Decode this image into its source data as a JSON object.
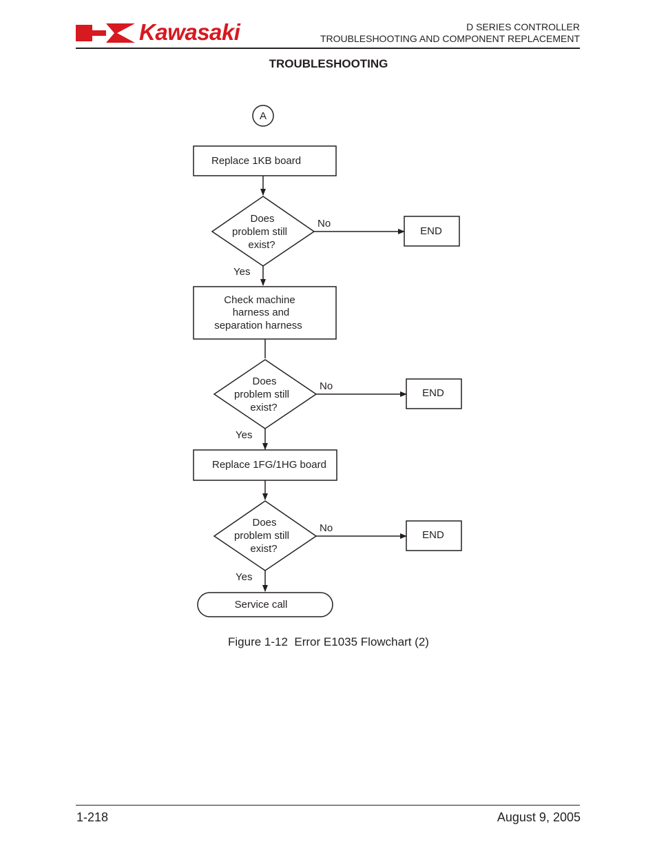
{
  "header": {
    "brand": "Kawasaki",
    "line1": "D SERIES CONTROLLER",
    "line2": "TROUBLESHOOTING AND COMPONENT REPLACEMENT",
    "brand_color": "#d71920"
  },
  "section_title": "TROUBLESHOOTING",
  "flowchart": {
    "connector": "A",
    "step1": "Replace 1KB board",
    "decision1": [
      "Does",
      "problem still",
      "exist?"
    ],
    "step2": [
      "Check machine",
      "harness and",
      "separation harness"
    ],
    "decision2": [
      "Does",
      "problem still",
      "exist?"
    ],
    "step3": "Replace 1FG/1HG board",
    "decision3": [
      "Does",
      "problem still",
      "exist?"
    ],
    "terminal": "Service call",
    "end_label": "END",
    "yes_label": "Yes",
    "no_label": "No"
  },
  "caption": "Figure 1-12  Error E1035 Flowchart (2)",
  "footer": {
    "page_number": "1-218",
    "date": "August 9, 2005"
  }
}
